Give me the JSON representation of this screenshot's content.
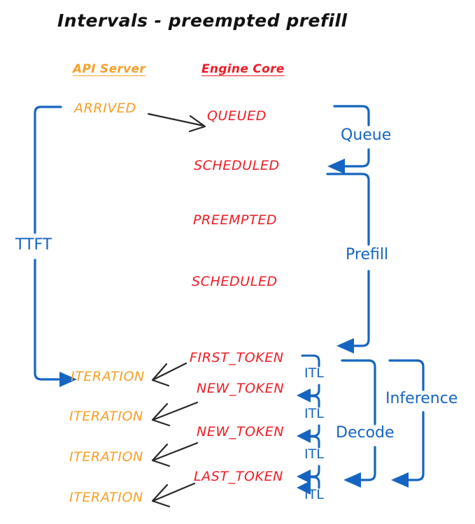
{
  "diagram": {
    "title": "Intervals - preempted prefill",
    "colors": {
      "api_server": "#F5A028",
      "engine_core": "#EE1C25",
      "interval": "#1565C0",
      "arrow": "#262626",
      "background": "#FFFFFF"
    },
    "columns": [
      {
        "key": "api_server",
        "label": "API Server",
        "color": "#F5A028"
      },
      {
        "key": "engine_core",
        "label": "Engine Core",
        "color": "#EE1C25"
      }
    ],
    "api_server_events": [
      {
        "label": "ARRIVED"
      },
      {
        "label": "ITERATION"
      },
      {
        "label": "ITERATION"
      },
      {
        "label": "ITERATION"
      },
      {
        "label": "ITERATION"
      }
    ],
    "engine_core_events": [
      {
        "label": "QUEUED"
      },
      {
        "label": "SCHEDULED"
      },
      {
        "label": "PREEMPTED"
      },
      {
        "label": "SCHEDULED"
      },
      {
        "label": "FIRST_TOKEN"
      },
      {
        "label": "NEW_TOKEN"
      },
      {
        "label": "NEW_TOKEN"
      },
      {
        "label": "LAST_TOKEN"
      }
    ],
    "intervals": [
      {
        "key": "ttft",
        "label": "TTFT"
      },
      {
        "key": "queue",
        "label": "Queue"
      },
      {
        "key": "prefill",
        "label": "Prefill"
      },
      {
        "key": "itl_1",
        "label": "ITL"
      },
      {
        "key": "itl_2",
        "label": "ITL"
      },
      {
        "key": "itl_3",
        "label": "ITL"
      },
      {
        "key": "itl_4",
        "label": "ITL"
      },
      {
        "key": "decode",
        "label": "Decode"
      },
      {
        "key": "inference",
        "label": "Inference"
      }
    ]
  }
}
